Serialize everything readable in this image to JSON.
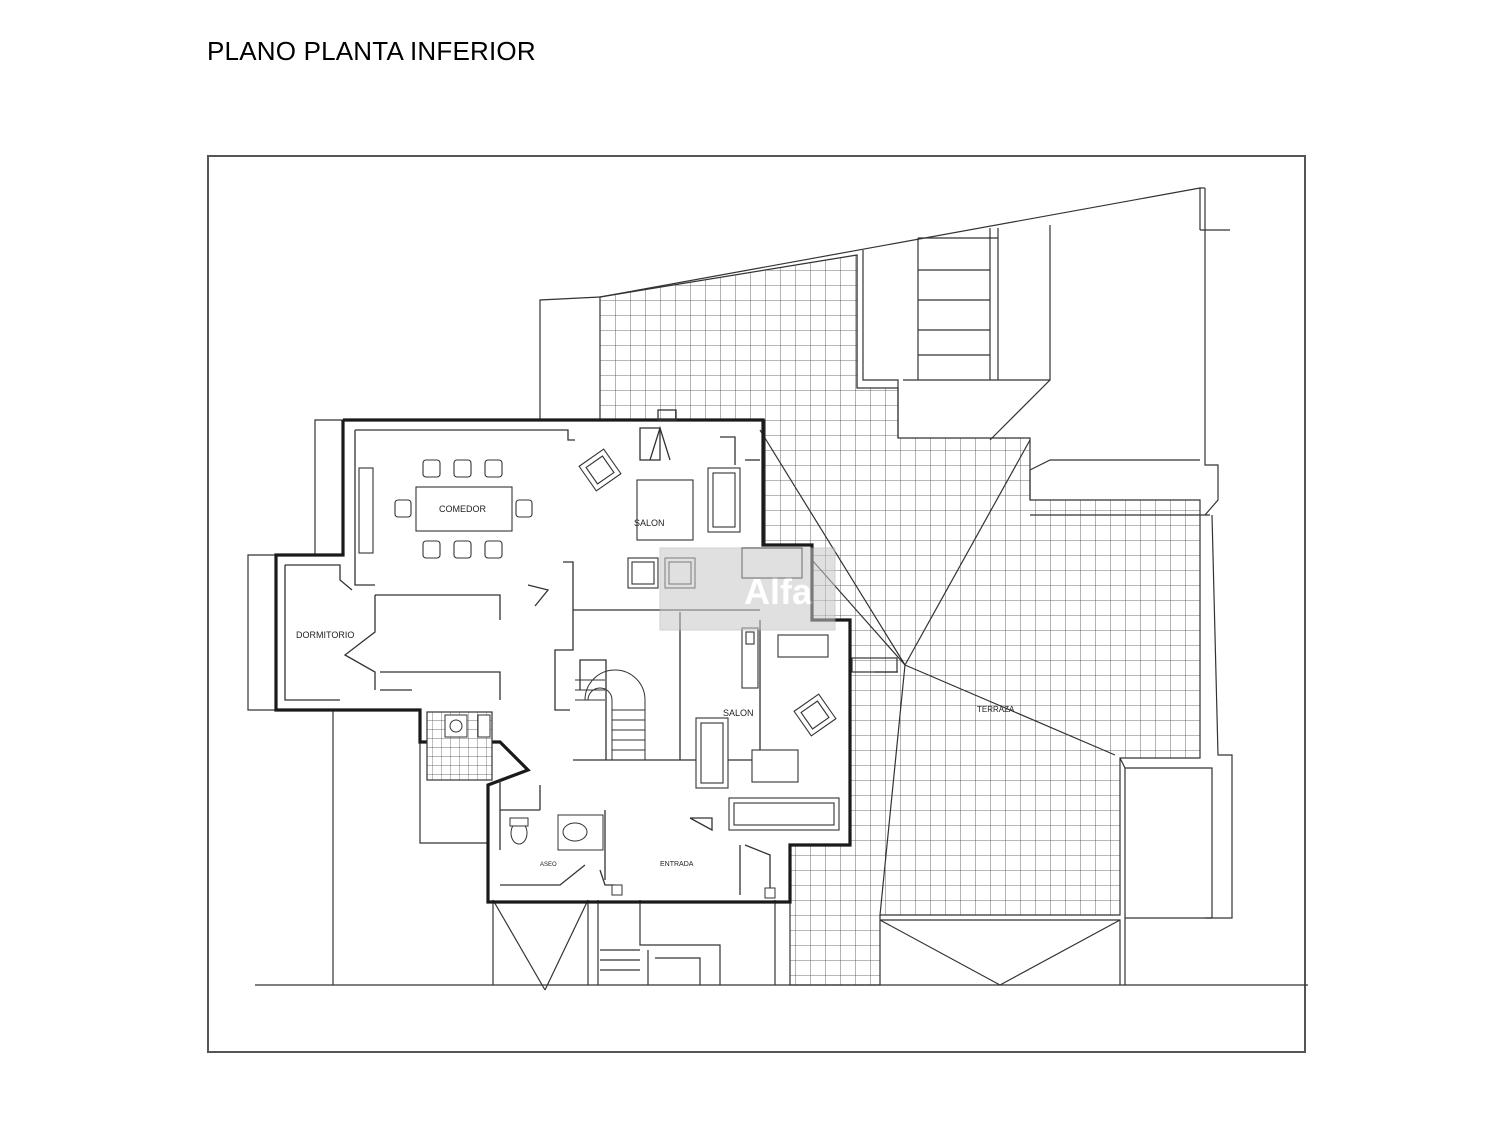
{
  "page": {
    "title": "PLANO PLANTA INFERIOR"
  },
  "plan": {
    "rooms": {
      "comedor": "COMEDOR",
      "salon_upper": "SALON",
      "dormitorio": "DORMITORIO",
      "salon_lower": "SALON",
      "aseo": "ASEO",
      "entrada": "ENTRADA",
      "terraza": "TERRAZA"
    }
  },
  "watermark": {
    "text": "Alfa"
  },
  "colors": {
    "line": "#333333",
    "wall": "#1a1a1a",
    "watermark": "#bbbbbb"
  }
}
